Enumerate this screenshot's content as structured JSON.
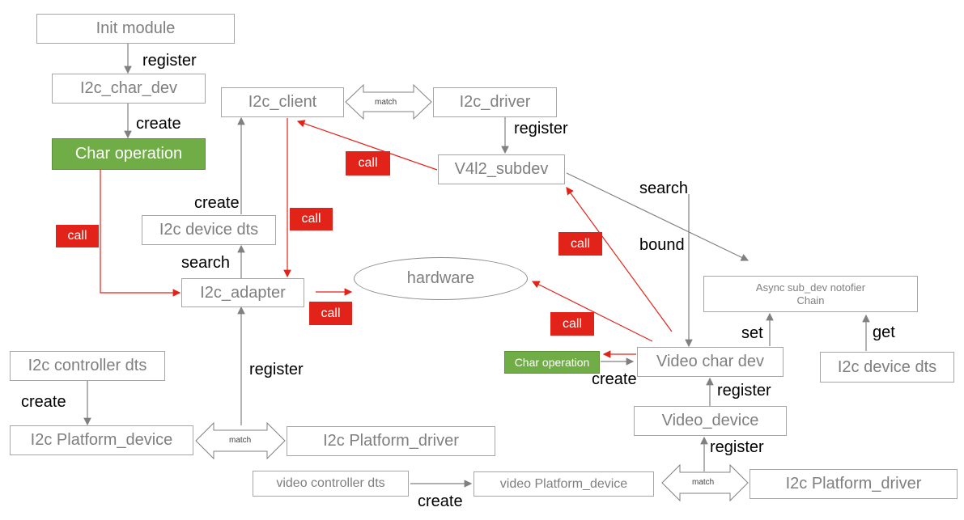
{
  "boxes": {
    "init_module": "Init module",
    "i2c_char_dev": "I2c_char_dev",
    "char_operation_left": "Char operation",
    "i2c_client": "I2c_client",
    "i2c_driver": "I2c_driver",
    "v4l2_subdev": "V4l2_subdev",
    "i2c_device_dts_left": "I2c device dts",
    "i2c_adapter": "I2c_adapter",
    "hardware": "hardware",
    "async_notifier_line1": "Async sub_dev notofier",
    "async_notifier_line2": "Chain",
    "i2c_controller_dts": "I2c controller dts",
    "i2c_platform_device": "I2c Platform_device",
    "i2c_platform_driver_left": "I2c Platform_driver",
    "char_operation_right": "Char operation",
    "video_char_dev": "Video char dev",
    "i2c_device_dts_right": "I2c device dts",
    "video_device": "Video_device",
    "video_controller_dts": "video controller dts",
    "video_platform_device": "video Platform_device",
    "i2c_platform_driver_right": "I2c Platform_driver"
  },
  "labels": {
    "register_1": "register",
    "create_1": "create",
    "register_2": "register",
    "create_2": "create",
    "search_1": "search",
    "register_3": "register",
    "create_3": "create",
    "search_2": "search",
    "bound": "bound",
    "set": "set",
    "get": "get",
    "create_4": "create",
    "register_4": "register",
    "register_5": "register",
    "create_5": "create"
  },
  "calls": {
    "call_1": "call",
    "call_2": "call",
    "call_3": "call",
    "call_4": "call",
    "call_5": "call",
    "call_6": "call"
  },
  "match": {
    "match_1": "match",
    "match_2": "match",
    "match_3": "match"
  },
  "colors": {
    "box_border": "#a6a6a6",
    "box_text": "#7f7f7f",
    "green": "#70ad47",
    "call_red": "#e2231a",
    "arrow_gray": "#808080"
  }
}
